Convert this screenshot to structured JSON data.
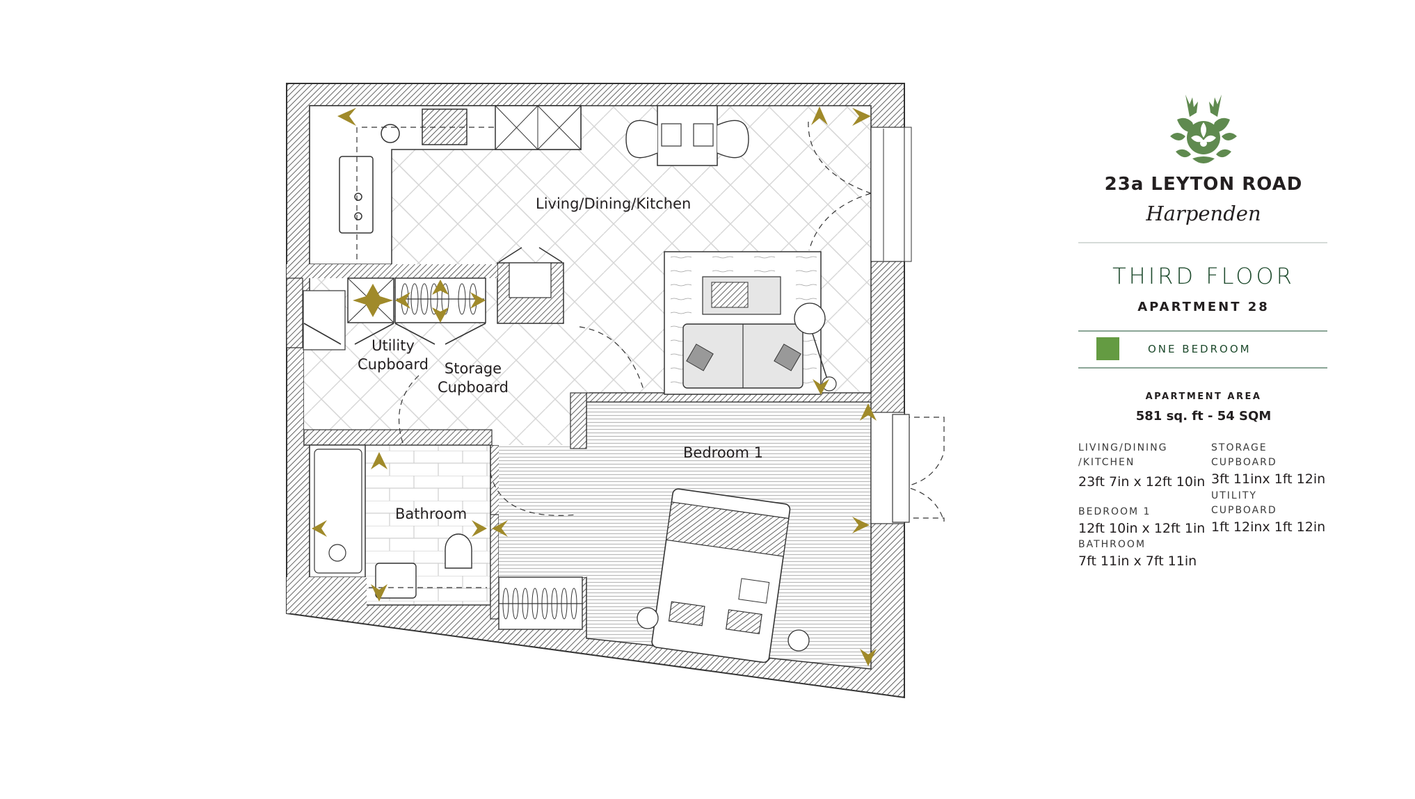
{
  "property": {
    "name": "23a LEYTON ROAD",
    "town": "Harpenden",
    "logo": "stag-magnolia-crest-icon"
  },
  "floor": {
    "title": "THIRD FLOOR",
    "apartment": "APARTMENT 28"
  },
  "legend": {
    "swatch_color": "#649b42",
    "label": "ONE BEDROOM"
  },
  "area": {
    "heading": "APARTMENT AREA",
    "value": "581 sq. ft - 54 SQM"
  },
  "rooms": [
    {
      "label_line1": "LIVING/DINING",
      "label_line2": "/KITCHEN",
      "dimensions": "23ft 7in x 12ft 10in"
    },
    {
      "label_line1": "BEDROOM 1",
      "dimensions": "12ft 10in x 12ft 1in"
    },
    {
      "label_line1": "BATHROOM",
      "dimensions": "7ft 11in x 7ft 11in"
    },
    {
      "label_line1": "STORAGE",
      "label_line2": "CUPBOARD",
      "dimensions": "3ft 11inx 1ft 12in"
    },
    {
      "label_line1": "UTILITY",
      "label_line2": "CUPBOARD",
      "dimensions": "1ft 12inx 1ft 12in"
    }
  ],
  "plan_labels": {
    "living": "Living/Dining/Kitchen",
    "utility_1": "Utility",
    "utility_2": "Cupboard",
    "storage_1": "Storage",
    "storage_2": "Cupboard",
    "bedroom": "Bedroom 1",
    "bathroom": "Bathroom"
  },
  "colors": {
    "accent_gold": "#a08a2a",
    "wall_stroke": "#333333",
    "brand_green": "#1d4a2c",
    "divider": "#8aa596"
  }
}
